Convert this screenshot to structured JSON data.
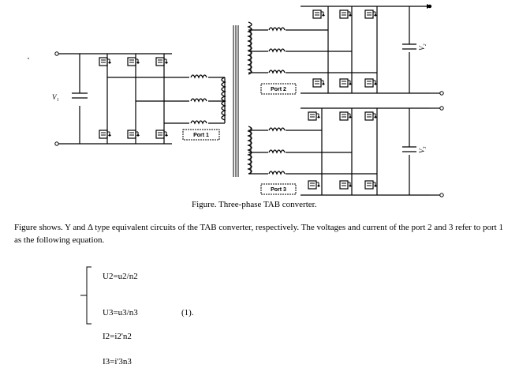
{
  "figure": {
    "labels": {
      "v1": "V₁",
      "v2": "V₂",
      "v3": "V₃",
      "port1": "Port 1",
      "port2": "Port 2",
      "port3": "Port 3"
    },
    "caption": "Figure. Three-phase TAB converter."
  },
  "paragraph": "Figure shows. Y and Δ type equivalent circuits of the TAB converter, respectively. The voltages and current of the port 2 and 3 refer to port 1 as the following equation.",
  "equations": {
    "eq1": "U2=u2/n2",
    "eq2": "U3=u3/n3",
    "eq_number": "(1).",
    "eq3": "I2=i2'n2",
    "eq4": "I3=i'3n3"
  }
}
